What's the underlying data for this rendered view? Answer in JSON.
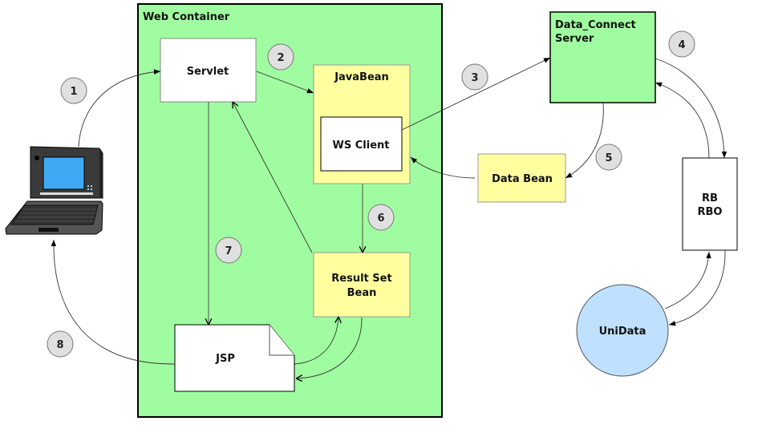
{
  "colors": {
    "container_fill": "#a0fca0",
    "bean_fill": "#ffff9f",
    "server_fill": "#a0fca0",
    "database_fill": "#bfe0ff",
    "badge_fill": "#e0e0e0",
    "box_fill": "#ffffff"
  },
  "diagram": {
    "container_title": "Web Container",
    "nodes": {
      "client": "laptop",
      "servlet": "Servlet",
      "javabean": "JavaBean",
      "ws_client": "WS Client",
      "result_set_bean_line1": "Result Set",
      "result_set_bean_line2": "Bean",
      "jsp": "JSP",
      "data_connect_line1": "Data_Connect",
      "data_connect_line2": "Server",
      "data_bean": "Data Bean",
      "rb_line1": "RB",
      "rb_line2": "RBO",
      "unidata": "UniData"
    },
    "steps": [
      "1",
      "2",
      "3",
      "4",
      "5",
      "6",
      "7",
      "8"
    ],
    "edges": [
      {
        "step": "1",
        "from": "laptop",
        "to": "Servlet"
      },
      {
        "step": "2",
        "from": "Servlet",
        "to": "JavaBean"
      },
      {
        "step": "3",
        "from": "WS Client",
        "to": "Data_Connect Server"
      },
      {
        "step": "4",
        "from": "Data_Connect Server",
        "to": "RB RBO"
      },
      {
        "step": "",
        "from": "RB RBO",
        "to": "Data_Connect Server"
      },
      {
        "step": "",
        "from": "RB RBO",
        "to": "UniData"
      },
      {
        "step": "",
        "from": "UniData",
        "to": "RB RBO"
      },
      {
        "step": "5",
        "from": "Data_Connect Server",
        "to": "Data Bean"
      },
      {
        "step": "",
        "from": "Data Bean",
        "to": "WS Client"
      },
      {
        "step": "6",
        "from": "JavaBean",
        "to": "Result Set Bean"
      },
      {
        "step": "",
        "from": "Result Set Bean",
        "to": "Servlet"
      },
      {
        "step": "7",
        "from": "Servlet",
        "to": "JSP"
      },
      {
        "step": "",
        "from": "JSP",
        "to": "Result Set Bean"
      },
      {
        "step": "",
        "from": "Result Set Bean",
        "to": "JSP"
      },
      {
        "step": "8",
        "from": "JSP",
        "to": "laptop"
      }
    ]
  }
}
